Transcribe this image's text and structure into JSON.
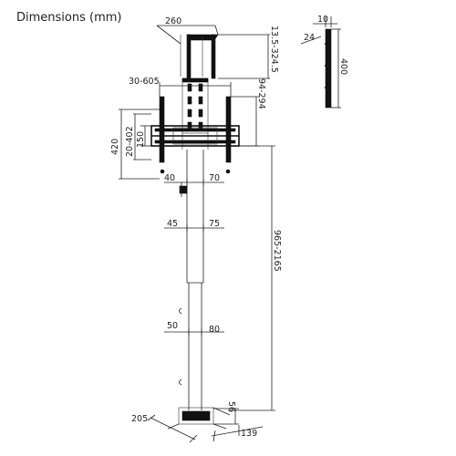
{
  "title": "Dimensions (mm)",
  "dimensions": {
    "top_width": "260",
    "top_height": "13.5-324.5",
    "plate_width": "10",
    "plate_depth": "24",
    "plate_height": "400",
    "vesa_width": "30-605",
    "vesa_height_right": "94-294",
    "overall_height_left": "420",
    "vesa_height_left": "20-402",
    "arm_spacing": "150",
    "col_top_left": "40",
    "col_top_right": "70",
    "col_mid_left": "45",
    "col_mid_right": "75",
    "total_height": "965-2165",
    "col_low_left": "50",
    "col_low_right": "80",
    "base_height": "56",
    "base_width": "205",
    "base_depth": "139"
  }
}
